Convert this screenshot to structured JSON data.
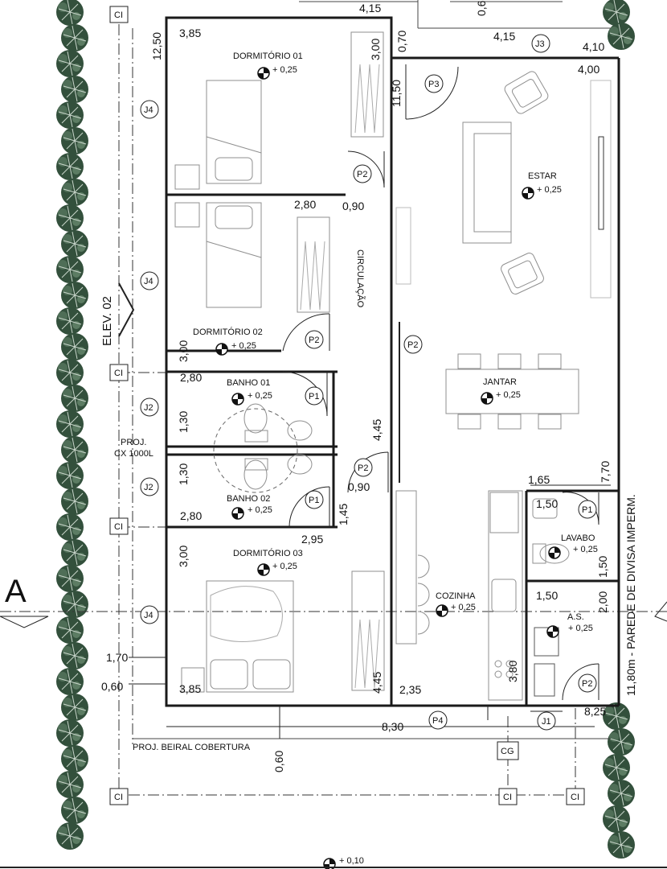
{
  "rooms": {
    "dorm1": "DORMITÓRIO 01",
    "dorm2": "DORMITÓRIO 02",
    "dorm3": "DORMITÓRIO 03",
    "banho1": "BANHO 01",
    "banho2": "BANHO 02",
    "estar": "ESTAR",
    "jantar": "JANTAR",
    "cozinha": "COZINHA",
    "lavabo": "LAVABO",
    "as": "A.S.",
    "circulacao": "CIRCULAÇÃO"
  },
  "levels": {
    "interior": "+ 0,25",
    "exterior": "+ 0,10"
  },
  "doors": {
    "p1": "P1",
    "p2": "P2",
    "p3": "P3",
    "p4": "P4"
  },
  "windows": {
    "j1": "J1",
    "j2": "J2",
    "j3": "J3",
    "j4": "J4"
  },
  "markers": {
    "ci": "CI",
    "cg": "CG",
    "section_a": "A",
    "elevation": "ELEV. 02"
  },
  "notes": {
    "proj_cx_1": "PROJ.",
    "proj_cx_2": "CX 1000L",
    "beiral": "PROJ. BEIRAL COBERTURA",
    "parede": "11,80m - PAREDE DE DIVISA IMPERM."
  },
  "dimensions": {
    "d_415_top": "4,15",
    "d_415_mid": "4,15",
    "d_410": "4,10",
    "d_400": "4,00",
    "d_385_top": "3,85",
    "d_385_bot": "3,85",
    "d_1250": "12,50",
    "d_300_a": "3,00",
    "d_070": "0,70",
    "d_1150": "11,50",
    "d_280_a": "2,80",
    "d_090_a": "0,90",
    "d_300_b": "3,00",
    "d_280_b": "2,80",
    "d_130_a": "1,30",
    "d_130_b": "1,30",
    "d_445_a": "4,45",
    "d_090_b": "0,90",
    "d_280_c": "2,80",
    "d_145": "1,45",
    "d_295": "2,95",
    "d_300_c": "3,00",
    "d_170": "1,70",
    "d_060_a": "0,60",
    "d_445_b": "4,45",
    "d_235": "2,35",
    "d_830": "8,30",
    "d_825": "8,25",
    "d_165": "1,65",
    "d_150_a": "1,50",
    "d_150_b": "1,50",
    "d_150_c": "1,50",
    "d_200": "2,00",
    "d_380": "3,80",
    "d_770": "7,70",
    "d_060_b": "0,60",
    "d_060_top": "0,60"
  },
  "colors": {
    "line": "#1a1a1a",
    "furniture": "#9a9a9a",
    "tree": "#33503c",
    "tree_light": "#b8c9bb"
  }
}
